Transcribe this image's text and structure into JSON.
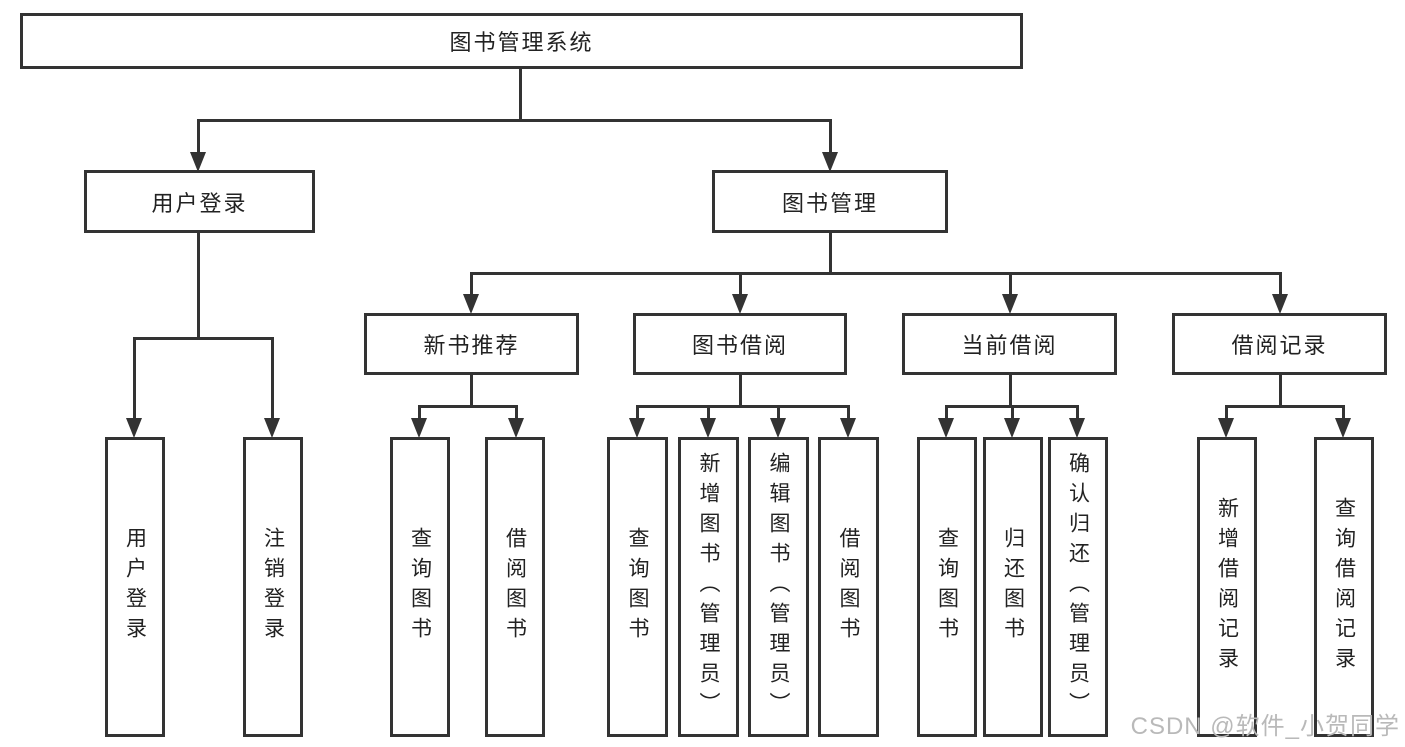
{
  "diagram_type": "tree",
  "tree": {
    "label": "图书管理系统",
    "children": [
      {
        "label": "用户登录",
        "children": [
          {
            "label": "用户登录"
          },
          {
            "label": "注销登录"
          }
        ]
      },
      {
        "label": "图书管理",
        "children": [
          {
            "label": "新书推荐",
            "children": [
              {
                "label": "查询图书"
              },
              {
                "label": "借阅图书"
              }
            ]
          },
          {
            "label": "图书借阅",
            "children": [
              {
                "label": "查询图书"
              },
              {
                "label": "新增图书（管理员）"
              },
              {
                "label": "编辑图书（管理员）"
              },
              {
                "label": "借阅图书"
              }
            ]
          },
          {
            "label": "当前借阅",
            "children": [
              {
                "label": "查询图书"
              },
              {
                "label": "归还图书"
              },
              {
                "label": "确认归还（管理员）"
              }
            ]
          },
          {
            "label": "借阅记录",
            "children": [
              {
                "label": "新增借阅记录"
              },
              {
                "label": "查询借阅记录"
              }
            ]
          }
        ]
      }
    ]
  },
  "watermark": {
    "text": "CSDN @软件_小贺同学"
  },
  "colors": {
    "line": "#333333",
    "box_border": "#333333",
    "box_background": "#ffffff",
    "text": "#222222",
    "watermark": "#b9b9b9",
    "page_background": "#ffffff"
  }
}
